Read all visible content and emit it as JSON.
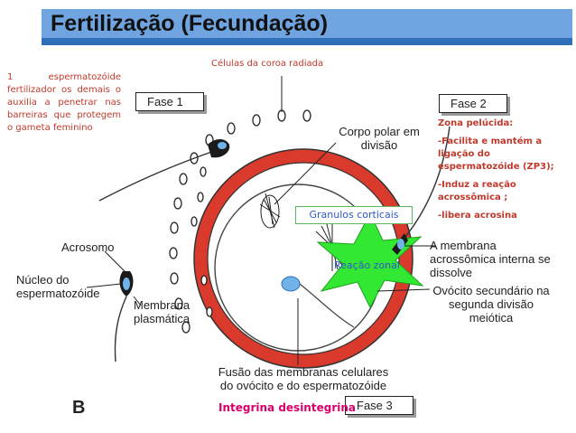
{
  "title": "Fertilização (Fecundação)",
  "notes": {
    "left_note": "1 espermatozóide fertilizador os demais o auxilia a penetrar nas barreiras que protegem o gameta feminino",
    "corona": "Células da coroa radiada",
    "zona_title": "Zona pelúcida:",
    "zona_items": [
      "-Facilita e mantém a ligação do espermatozóide (ZP3);",
      "-Induz a reação acrossômica ;",
      "-libera acrosina"
    ],
    "granulos": "Granulos corticais",
    "reacao": "Reação zonal",
    "integrina": "Integrina desintegrina"
  },
  "figure": {
    "fase1": "Fase 1",
    "fase2": "Fase 2",
    "fase3": "Fase 3",
    "corpo_polar": "Corpo polar em divisão",
    "membrana_acrossomica": "A membrana acrossômica interna se dissolve",
    "ovocito": "Ovócito secundário na segunda divisão meiótica",
    "acrossomo": "Acrosomo",
    "nucleo": "Núcleo do espermatozóide",
    "membrana_plasmatica": "Membrana plasmática",
    "fusao": "Fusão das membranas celulares do ovócito e do espermatozóide",
    "letter": "B"
  },
  "colors": {
    "title_bg": "#6fa4e0",
    "zona_red": "#d93a2b",
    "note_red": "#c0392b",
    "note_blue": "#2f57c8",
    "star_green": "#33e833",
    "integrina_pink": "#d9006c"
  }
}
